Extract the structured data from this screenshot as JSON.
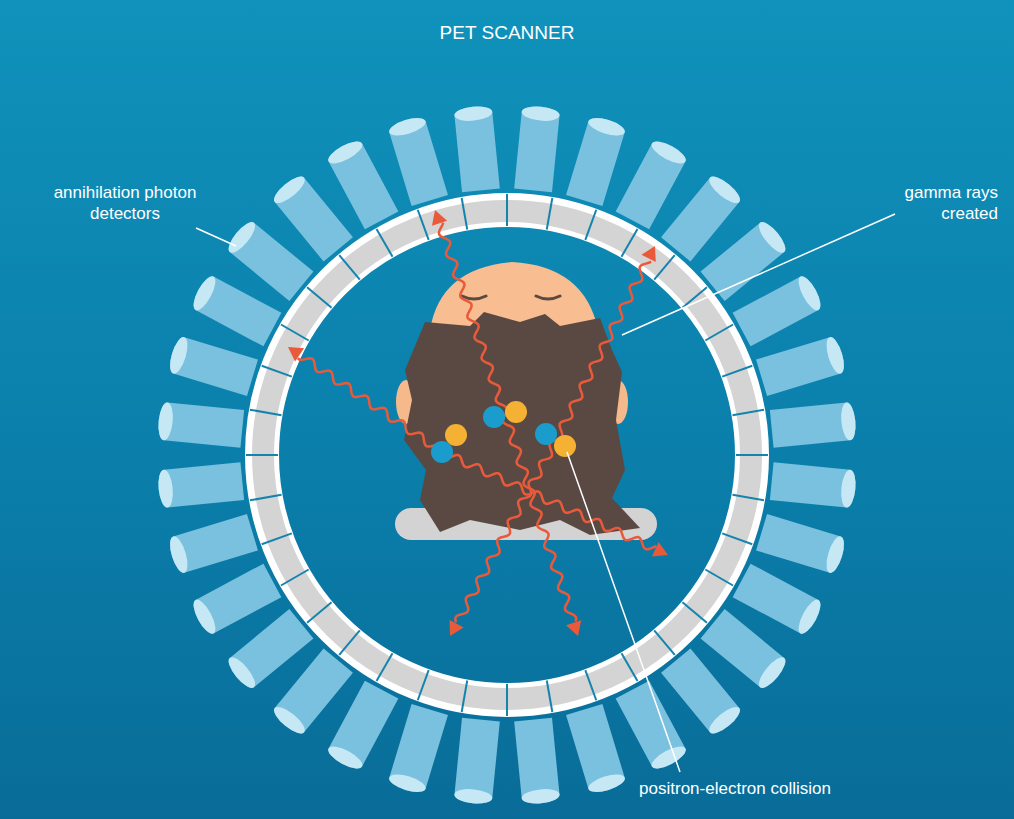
{
  "diagram": {
    "title": "PET SCANNER",
    "labels": [
      "annihilation photon detectors",
      "gamma rays created",
      "positron-electron collision"
    ]
  }
}
